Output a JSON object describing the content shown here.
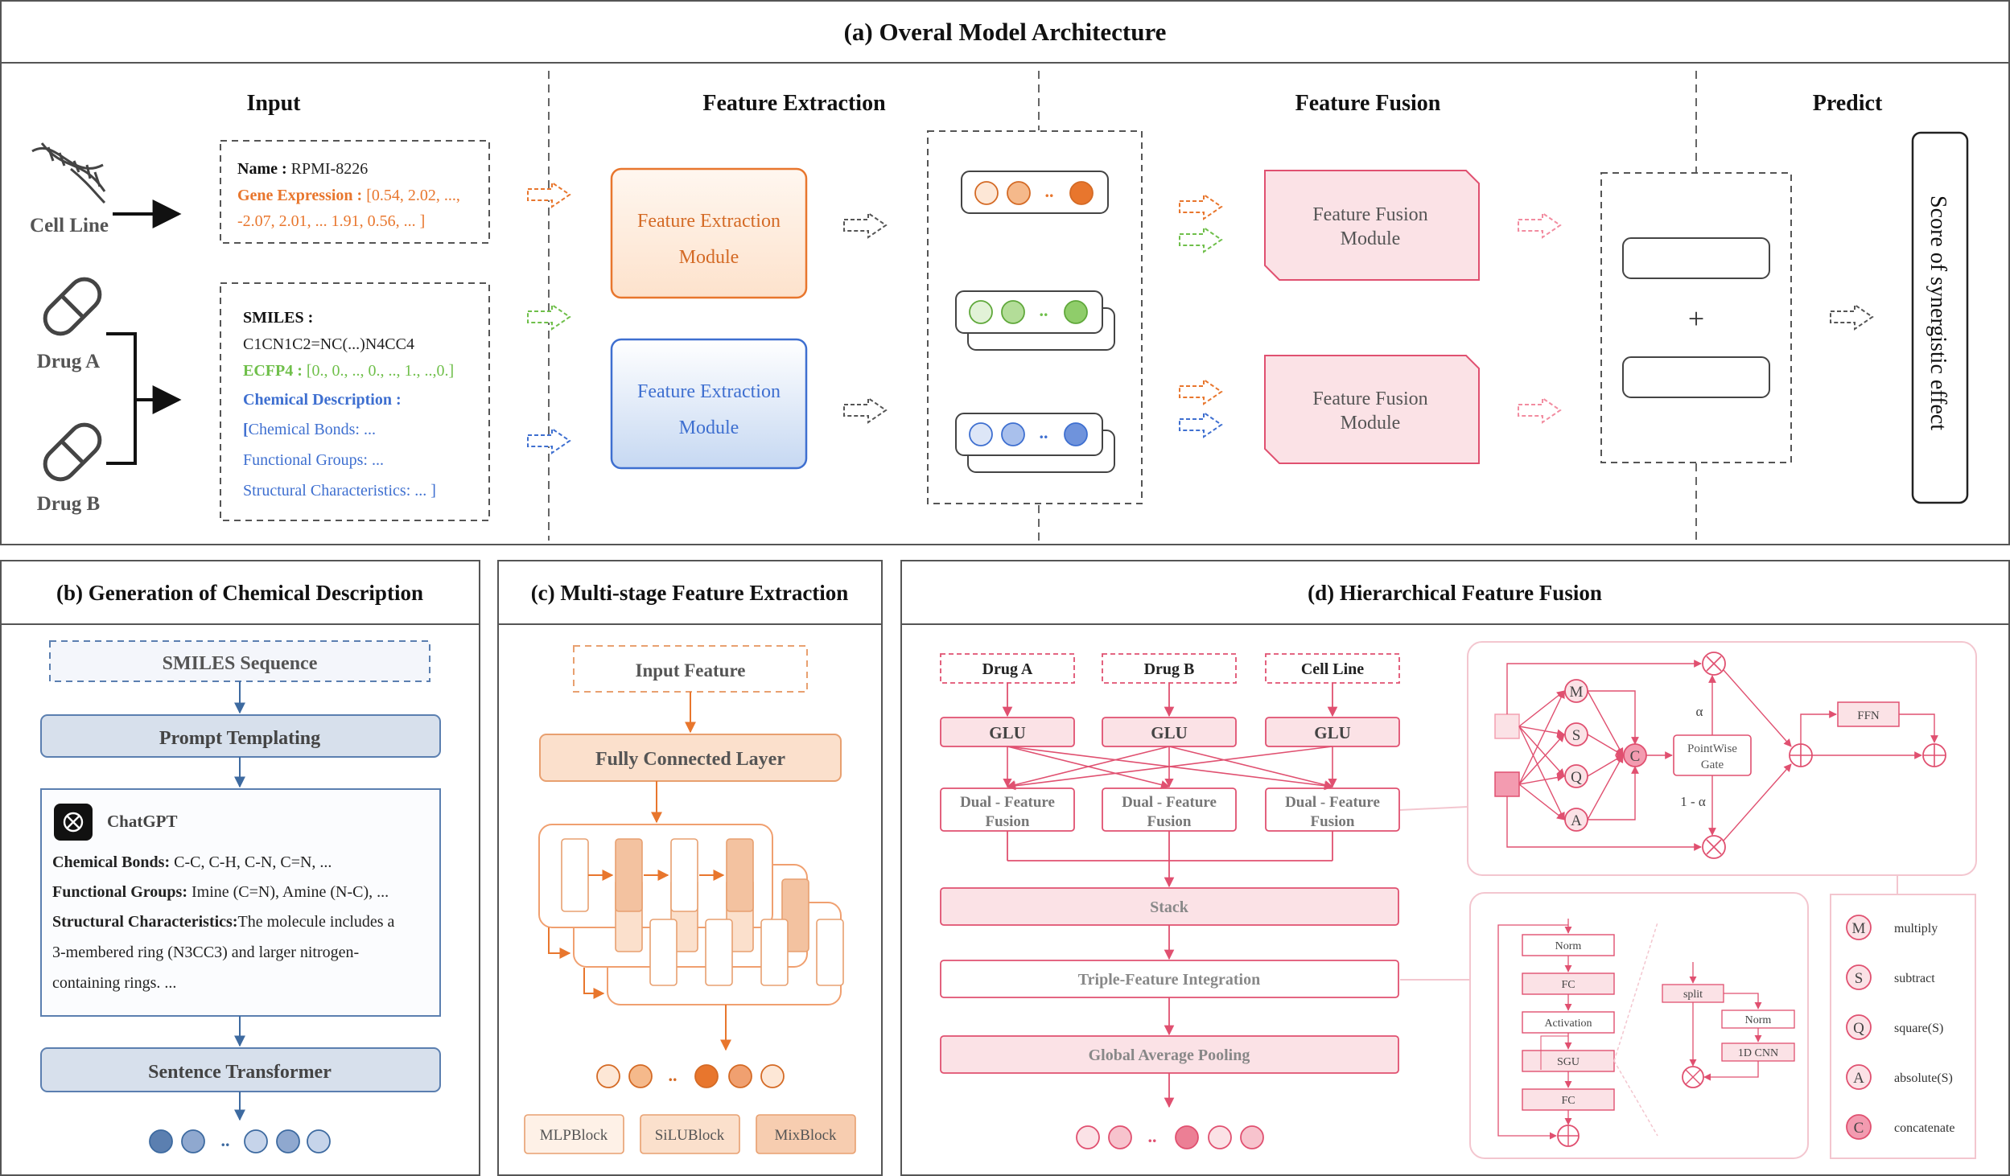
{
  "panel_a": {
    "title": "(a) Overal Model Architecture",
    "col_input": "Input",
    "col_extraction": "Feature Extraction",
    "col_fusion": "Feature Fusion",
    "col_predict": "Predict",
    "cell_line_label": "Cell Line",
    "drug_a_label": "Drug A",
    "drug_b_label": "Drug B",
    "cell_box": {
      "name_key": "Name :",
      "name_val": " RPMI-8226",
      "gene_key": "Gene Expression :",
      "gene_val1": " [0.54, 2.02,  ...,",
      "gene_val2": "-2.07,  2.01, ... 1.91, 0.56, ... ]"
    },
    "drug_box": {
      "smiles_key": "SMILES :",
      "smiles_val": "C1CN1C2=NC(...)N4CC4",
      "ecfp_key": "ECFP4 :",
      "ecfp_val": " [0., 0., .., 0., .., 1., ..,0.]",
      "chem_key": "Chemical Description :",
      "chem_l1_bracket": "[",
      "chem_l1": "Chemical Bonds:  ...",
      "chem_l2": "Functional Groups: ...",
      "chem_l3": "Structural Characteristics:  ... ]"
    },
    "fe_module_1": "Feature Extraction Module",
    "fe_module_2": "Feature Extraction Module",
    "ff_module_1": "Feature Fusion Module",
    "ff_module_2": "Feature Fusion Module",
    "plus": "+",
    "dots": "..",
    "predict_label": "Score  of  synergistic  effect"
  },
  "panel_b": {
    "title": "(b) Generation of Chemical Description",
    "smiles_seq": "SMILES  Sequence",
    "prompt": "Prompt Templating",
    "chatgpt": "ChatGPT",
    "bonds_key": "Chemical Bonds:",
    "bonds_val": " C-C, C-H, C-N, C=N, ...",
    "groups_key": "Functional Groups:",
    "groups_val": " Imine (C=N), Amine (N-C), ...",
    "struct_key": "Structural Characteristics:",
    "struct_val": "The molecule includes a",
    "struct_l2": "3-membered ring (N3CC3) and larger nitrogen-",
    "struct_l3": "containing rings.  ...",
    "sentence_transformer": "Sentence Transformer",
    "dots": ".."
  },
  "panel_c": {
    "title": "(c) Multi-stage Feature Extraction",
    "input_feature": "Input Feature",
    "fc_layer": "Fully Connected Layer",
    "blocks": [
      "MLPBlock",
      "SiLUBlock",
      "MixBlock"
    ],
    "dots": ".."
  },
  "panel_d": {
    "title": "(d) Hierarchical Feature Fusion",
    "inputs": [
      "Drug A",
      "Drug B",
      "Cell Line"
    ],
    "glu": "GLU",
    "dff_l1": "Dual - Feature",
    "dff_l2": "Fusion",
    "stack": "Stack",
    "tfi": "Triple-Feature Integration",
    "gap": "Global Average Pooling",
    "dots": "..",
    "gate": {
      "ops": [
        "M",
        "S",
        "Q",
        "A"
      ],
      "concat": "C",
      "pointwise_l1": "PointWise",
      "pointwise_l2": "Gate",
      "alpha": "α",
      "one_minus_alpha": "1 - α",
      "ffn": "FFN"
    },
    "tfi_detail": {
      "layers": [
        "Norm",
        "FC",
        "Activation",
        "SGU",
        "FC"
      ],
      "split": "split",
      "norm": "Norm",
      "cnn": "1D CNN"
    },
    "legend": [
      {
        "sym": "M",
        "label": "multiply"
      },
      {
        "sym": "S",
        "label": "subtract"
      },
      {
        "sym": "Q",
        "label": "square(S)"
      },
      {
        "sym": "A",
        "label": "absolute(S)"
      },
      {
        "sym": "C",
        "label": "concatenate"
      }
    ]
  },
  "colors": {
    "orange": "#e8762d",
    "green": "#6fbf4a",
    "blue": "#3e6fd0",
    "pink": "#e05070",
    "pink_fill": "#fbe2e6",
    "steel": "#5b7fb0",
    "steel_fill": "#d7e0ec"
  }
}
